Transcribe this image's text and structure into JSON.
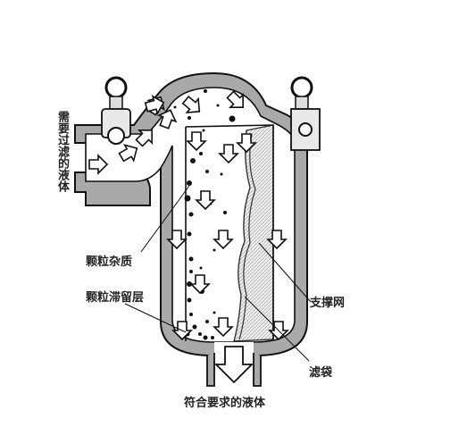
{
  "labels": {
    "inlet_liquid": "需要过滤的液体",
    "particle_impurities": "颗粒杂质",
    "particle_retention_layer": "颗粒滞留层",
    "support_mesh": "支撑网",
    "filter_bag": "滤袋",
    "outlet_liquid": "符合要求的液体"
  },
  "colors": {
    "vessel_wall": "#a9a9a9",
    "outline": "#111111",
    "bag_hatch": "#c8c8c8",
    "interior": "#ffffff"
  }
}
